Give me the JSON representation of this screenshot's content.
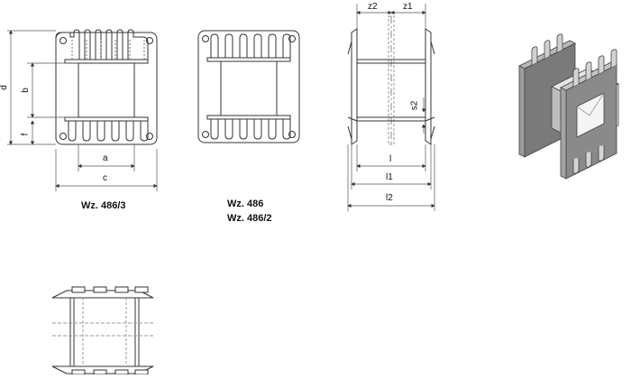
{
  "captions": {
    "left_view": "Wz. 486/3",
    "middle_view_line1": "Wz. 486",
    "middle_view_line2": "Wz. 486/2"
  },
  "dimensions": {
    "d": "d",
    "b": "b",
    "f": "f",
    "a": "a",
    "c": "c",
    "z2": "z2",
    "z1": "z1",
    "l": "l",
    "l1": "l1",
    "l2": "l2",
    "s2": "s2"
  },
  "colors": {
    "line": "#333333",
    "dim_line": "#555555",
    "centerline": "#888888",
    "iso_dark": "#6f6f6f",
    "iso_mid": "#a9a9a9",
    "iso_light": "#d9d9d9"
  }
}
